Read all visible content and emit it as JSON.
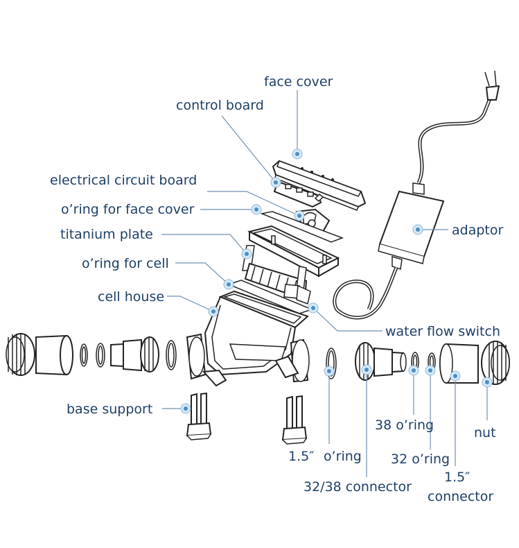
{
  "diagram": {
    "labels": {
      "face_cover": "face cover",
      "control_board": "control board",
      "electrical_circuit_board": "electrical circuit board",
      "oring_face_cover": "o’ring for face cover",
      "titanium_plate": "titanium plate",
      "oring_cell": "o’ring for cell",
      "cell_house": "cell house",
      "adaptor": "adaptor",
      "water_flow_switch": "water flow switch",
      "base_support": "base support",
      "oring_15_size": "1.5″",
      "oring_15_word": "o’ring",
      "oring_38": "38 o’ring",
      "oring_32": "32 o’ring",
      "connector_3238": "32/38 connector",
      "nut": "nut",
      "connector_15_size": "1.5″",
      "connector_15_word": "connector"
    }
  },
  "colors": {
    "label": "#1d3f66",
    "leader": "#6f8fb0",
    "dot": "#4b8ec6",
    "drawing": "#222222"
  }
}
